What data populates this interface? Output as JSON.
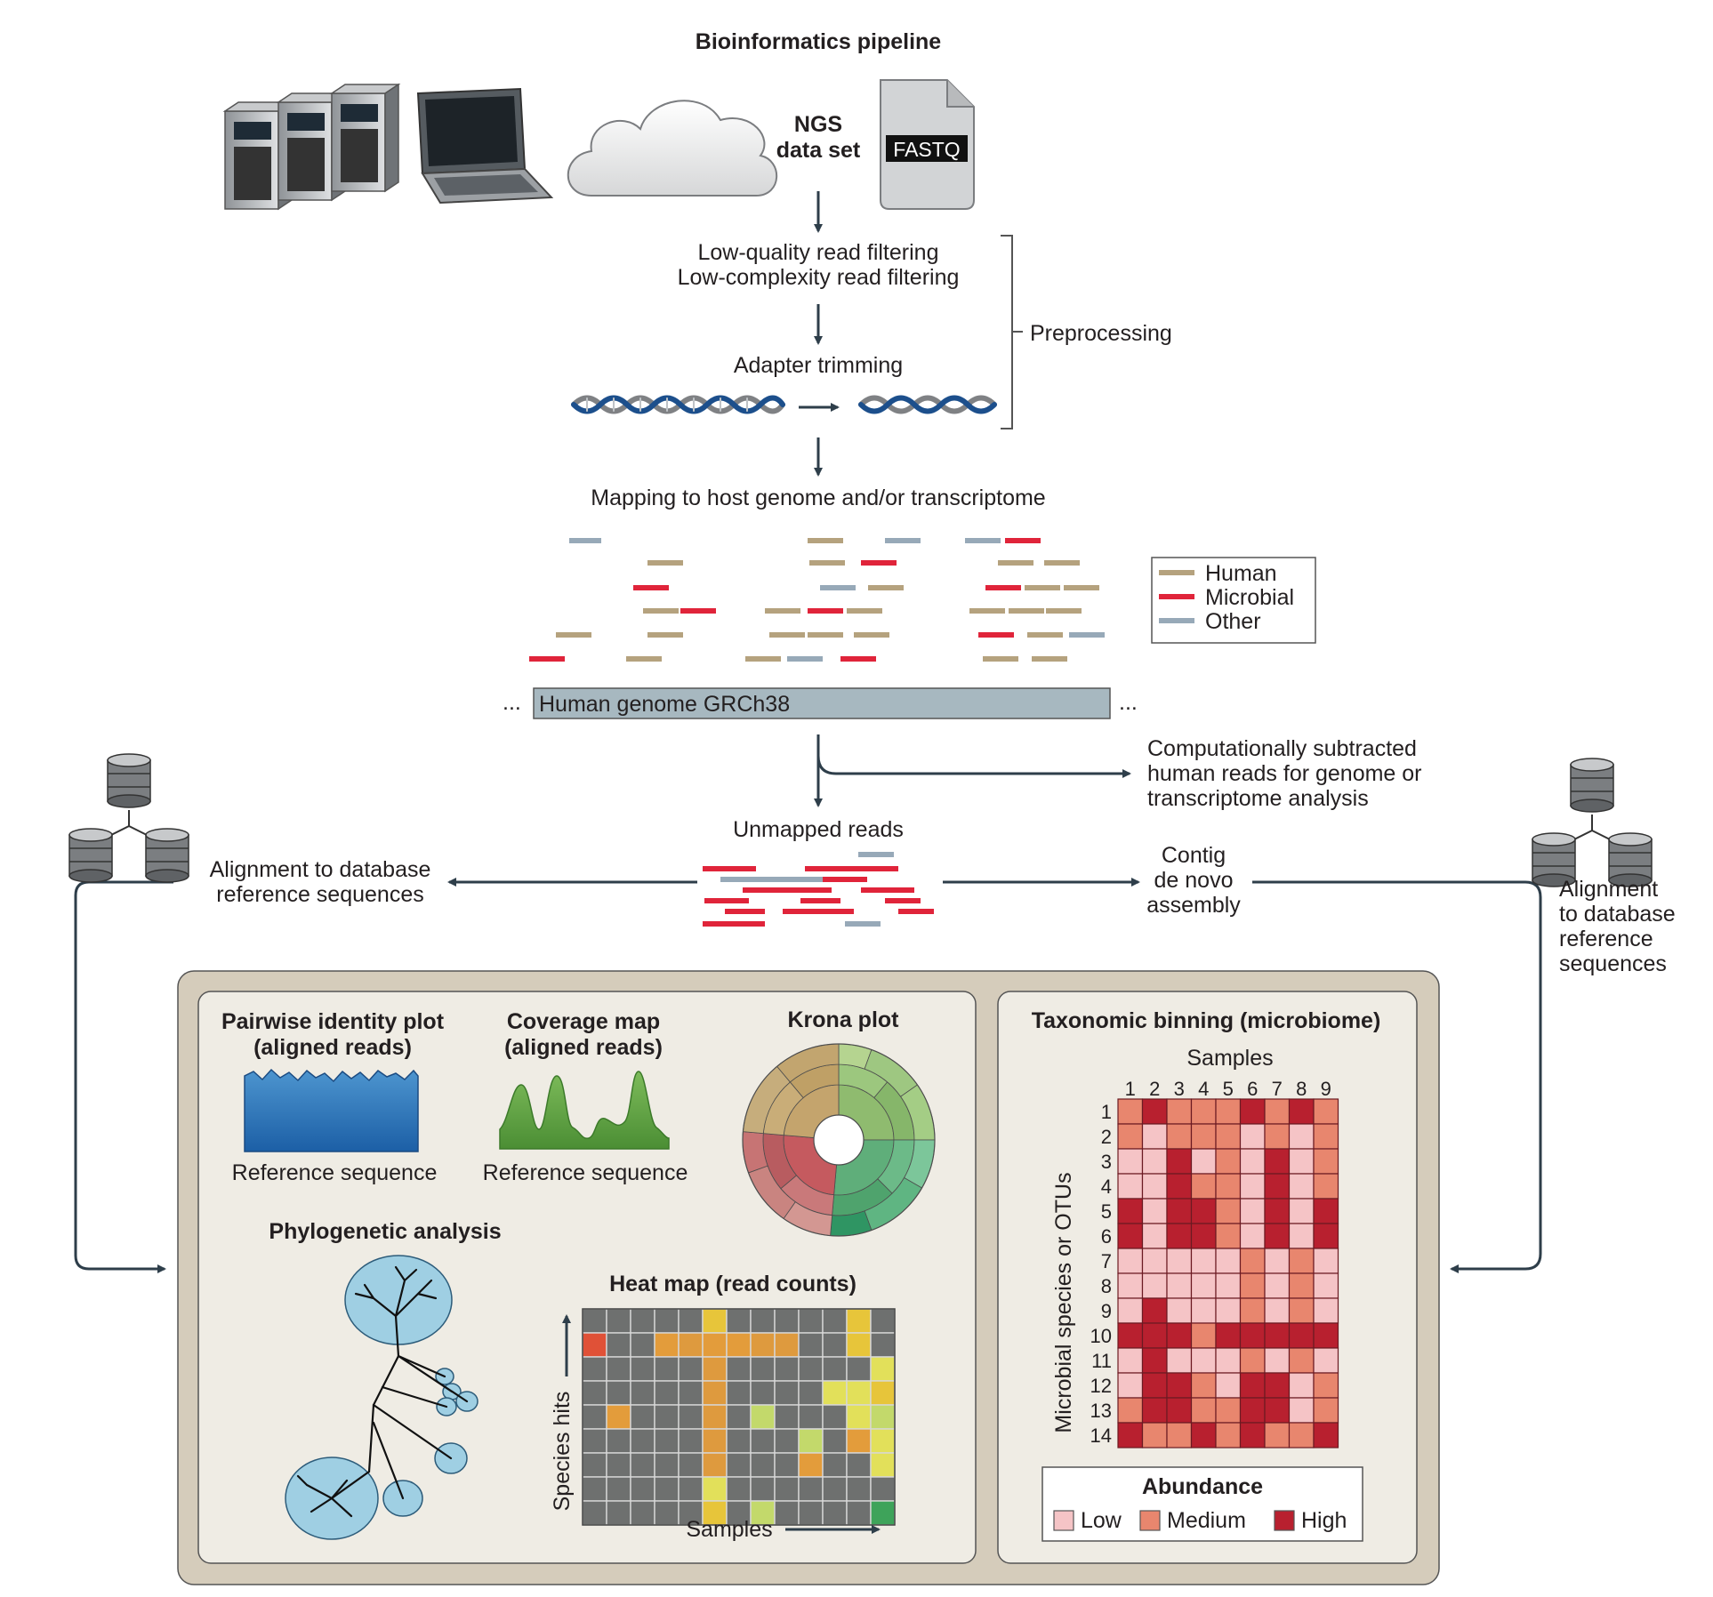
{
  "title": "Bioinformatics pipeline",
  "ngs": {
    "line1": "NGS",
    "line2": "data set",
    "file_label": "FASTQ"
  },
  "preprocessing": {
    "step1_line1": "Low-quality read filtering",
    "step1_line2": "Low-complexity read filtering",
    "step2": "Adapter trimming",
    "bracket_label": "Preprocessing"
  },
  "mapping": {
    "label": "Mapping to host genome and/or transcriptome"
  },
  "legend": {
    "items": [
      {
        "label": "Human",
        "color": "#b5a27e"
      },
      {
        "label": "Microbial",
        "color": "#e0243a"
      },
      {
        "label": "Other",
        "color": "#97a9b8"
      }
    ]
  },
  "genome": {
    "label": "Human genome GRCh38",
    "ellipsis": "..."
  },
  "subtracted": {
    "line1": "Computationally subtracted",
    "line2": "human reads for genome or",
    "line3": "transcriptome analysis"
  },
  "unmapped": {
    "label": "Unmapped reads"
  },
  "left_align": {
    "line1": "Alignment to database",
    "line2": "reference sequences"
  },
  "contig": {
    "line1": "Contig",
    "line2": "de novo",
    "line3": "assembly"
  },
  "right_align": {
    "line1": "Alignment",
    "line2": "to database",
    "line3": "reference",
    "line4": "sequences"
  },
  "panels": {
    "pairwise": {
      "line1": "Pairwise identity plot",
      "line2": "(aligned reads)",
      "xlabel": "Reference sequence"
    },
    "coverage": {
      "line1": "Coverage map",
      "line2": "(aligned reads)",
      "xlabel": "Reference sequence"
    },
    "krona": {
      "title": "Krona plot"
    },
    "phylo": {
      "title": "Phylogenetic analysis"
    },
    "heatmap": {
      "title": "Heat map (read counts)",
      "ylabel": "Species hits",
      "xlabel": "Samples",
      "grid": [
        "gggggygggggyg",
        "rggodooddggyg",
        "gggggdggggggj",
        "gggggdggggjjy",
        "gogggdglgggjl",
        "gggggdggglgoj",
        "gggggdgggoggj",
        "gggggjggggggg",
        "gggggyglggggG"
      ],
      "colors": {
        "g": "#6e706f",
        "y": "#e7c53a",
        "o": "#e39c3b",
        "d": "#de9a3e",
        "r": "#e05137",
        "j": "#e2e05a",
        "l": "#c3d96b",
        "G": "#3ea35a"
      }
    },
    "taxonomic": {
      "title": "Taxonomic binning (microbiome)",
      "columns_label": "Samples",
      "rows_label": "Microbial species or OTUs",
      "col_labels": [
        "1",
        "2",
        "3",
        "4",
        "5",
        "6",
        "7",
        "8",
        "9"
      ],
      "row_labels": [
        "1",
        "2",
        "3",
        "4",
        "5",
        "6",
        "7",
        "8",
        "9",
        "10",
        "11",
        "12",
        "13",
        "14"
      ],
      "grid": [
        "MHMMMHMHM",
        "MLMMMLMLM",
        "LLHLMLHLM",
        "LLHMMLHLM",
        "HLHHMLHLH",
        "HLHHMLHLH",
        "LLLLLMLML",
        "LLLLLMLML",
        "LHLLLMLML",
        "HHHMHHHHH",
        "LHLLLMLML",
        "LHHMLHHLM",
        "MHHMMHHLM",
        "HMMHMHMMH"
      ],
      "colors": {
        "L": "#f5c4c6",
        "M": "#e8866e",
        "H": "#b8202f"
      },
      "legend_title": "Abundance",
      "legend_items": [
        {
          "label": "Low",
          "color": "#f5c4c6"
        },
        {
          "label": "Medium",
          "color": "#e8866e"
        },
        {
          "label": "High",
          "color": "#b8202f"
        }
      ]
    }
  }
}
